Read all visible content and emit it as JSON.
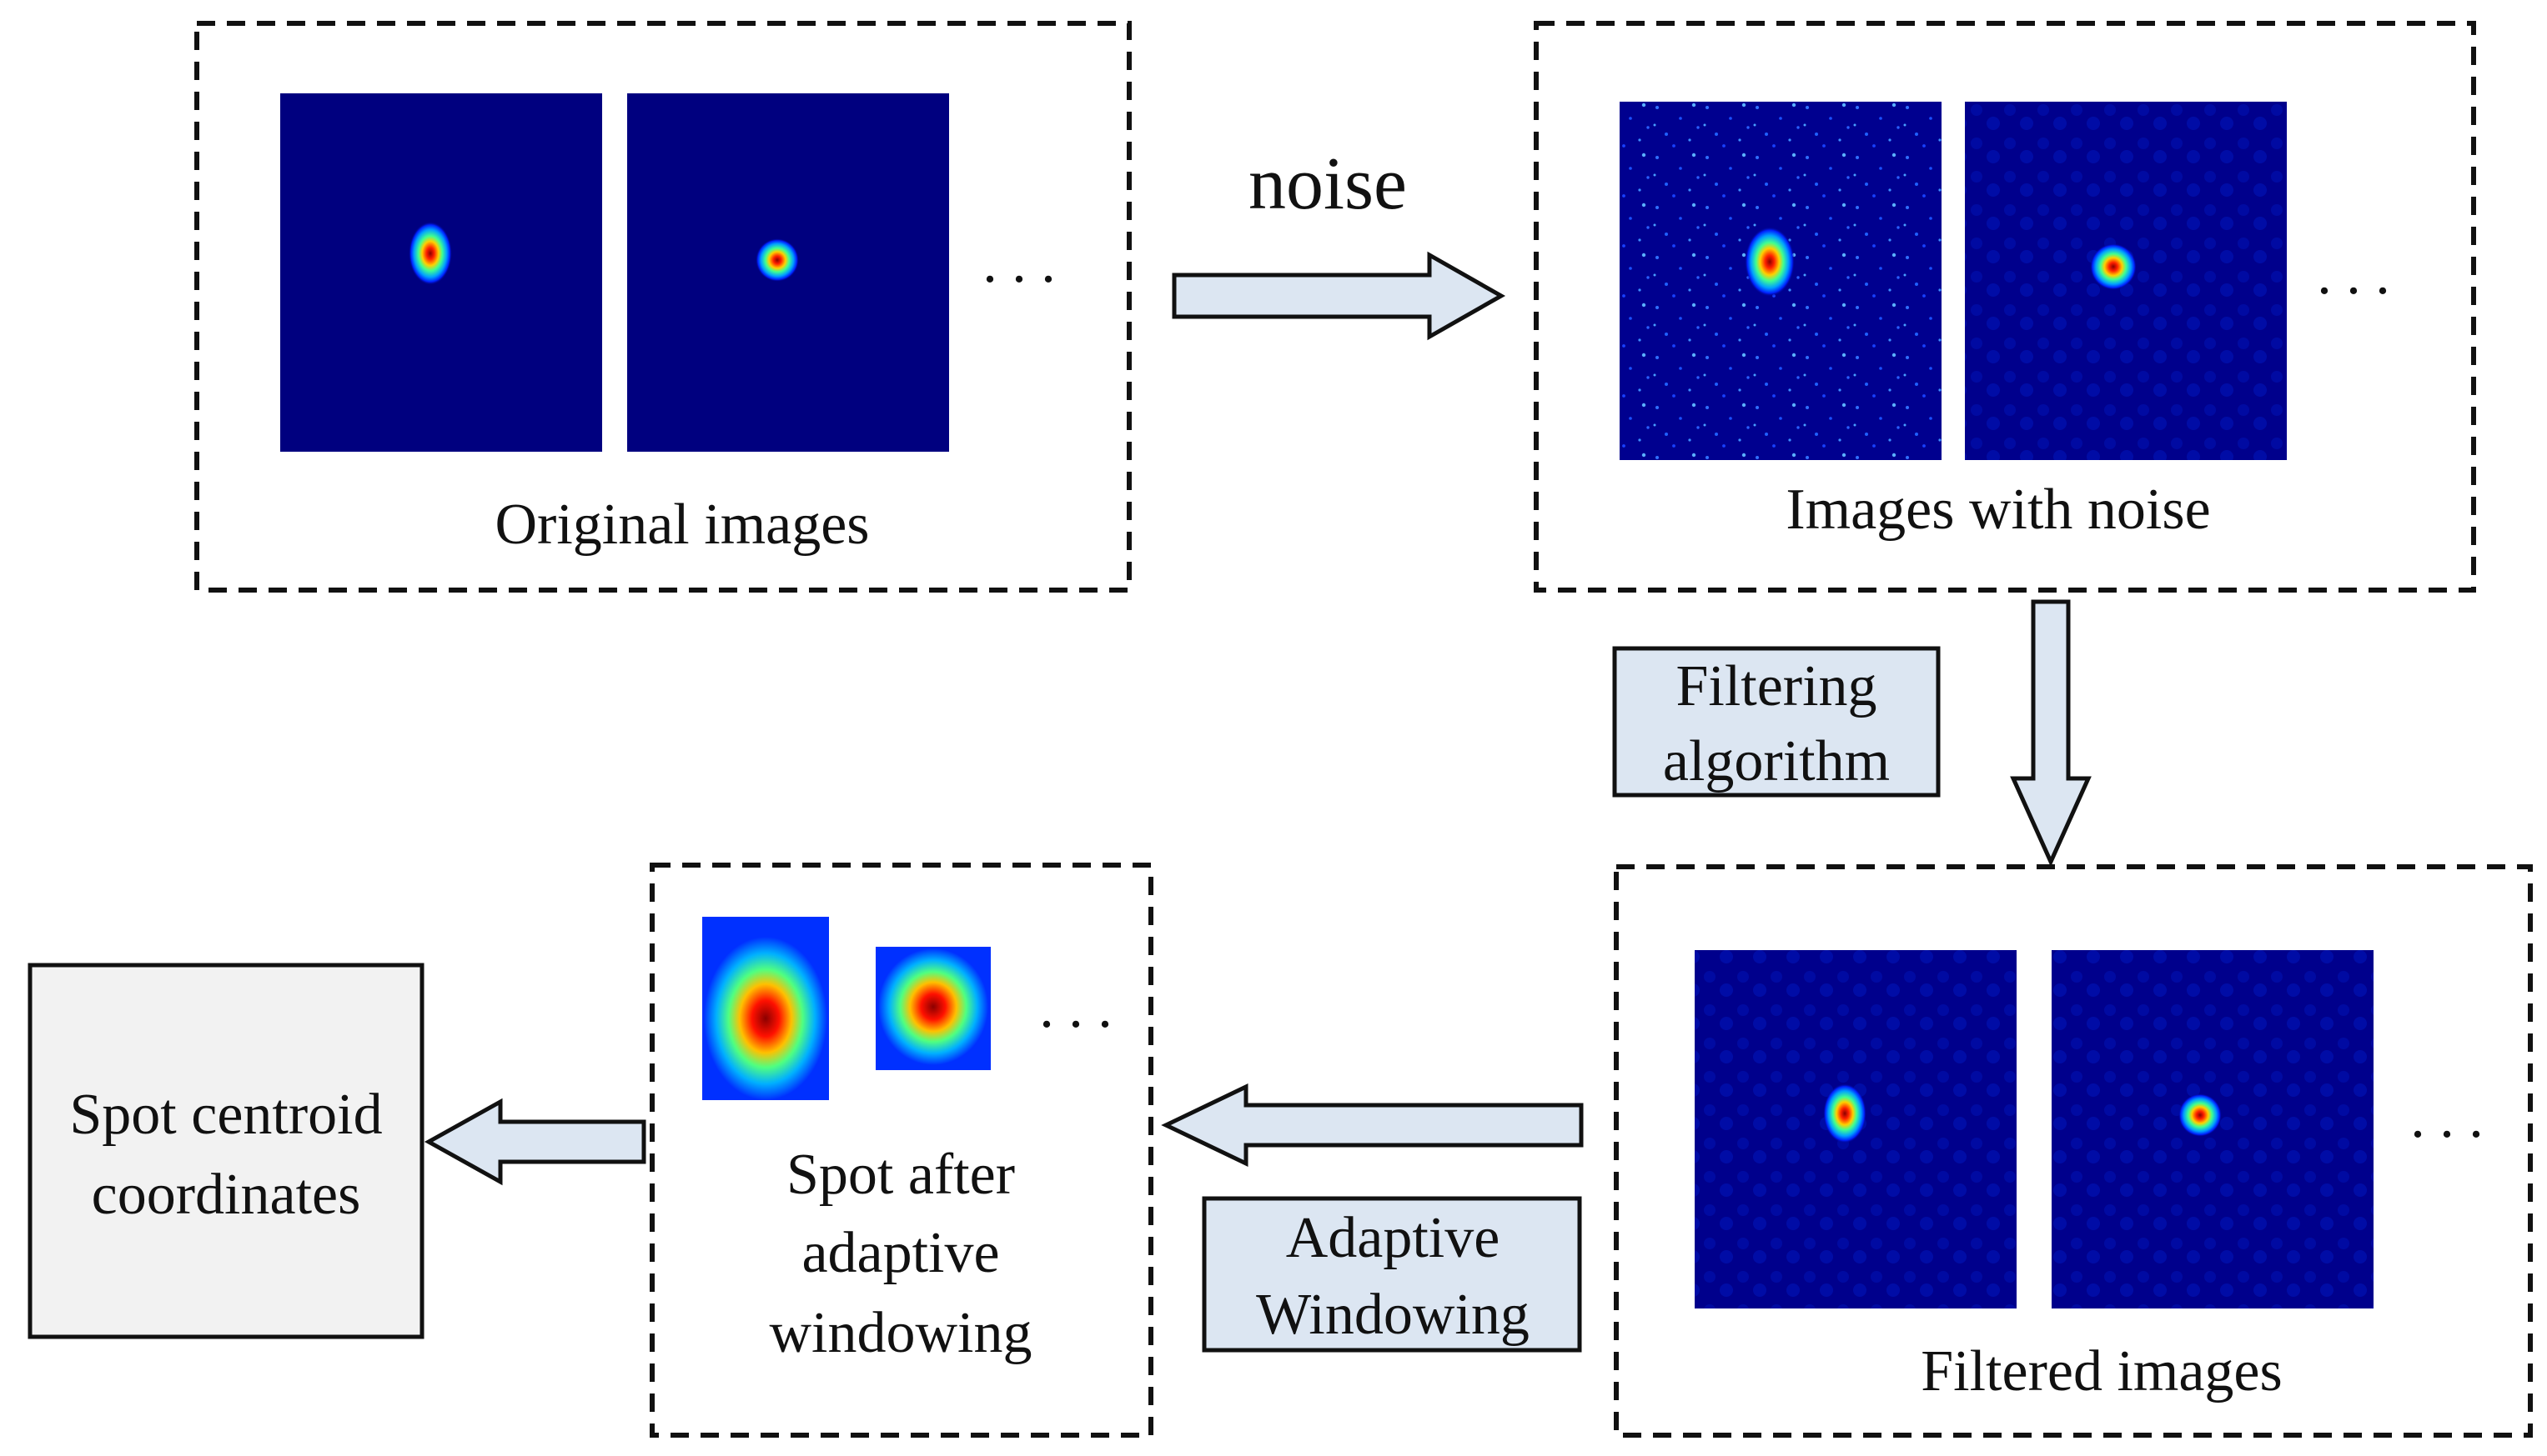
{
  "labels": {
    "original": "Original images",
    "noise_arrow": "noise",
    "with_noise": "Images with noise",
    "filtering_line1": "Filtering",
    "filtering_line2": "algorithm",
    "filtered": "Filtered images",
    "adaptive_line1": "Adaptive",
    "adaptive_line2": "Windowing",
    "spot_line1": "Spot after",
    "spot_line2": "adaptive",
    "spot_line3": "windowing",
    "centroid_line1": "Spot centroid",
    "centroid_line2": "coordinates",
    "ellipsis": ". . ."
  },
  "colors": {
    "panel_background": "#00007f",
    "arrow_fill": "#dce6f2",
    "label_box_fill": "#dce6f2",
    "output_box_fill": "#f2f2f2"
  }
}
